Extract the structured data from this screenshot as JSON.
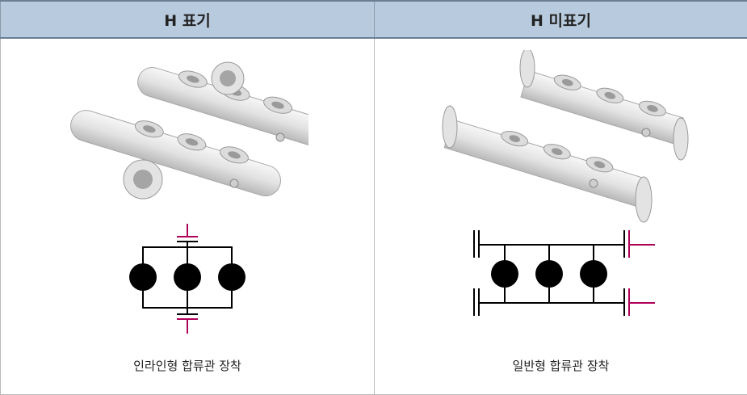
{
  "table": {
    "columns": [
      {
        "header": "H 표기",
        "caption": "인라인형 합류관 장착"
      },
      {
        "header": "H 미표기",
        "caption": "일반형 합류관 장착"
      }
    ]
  },
  "colors": {
    "header_bg": "#b8cbde",
    "pipe_body": "#e8e8e8",
    "schematic_line": "#000000",
    "accent": "#b0005a"
  },
  "icons": [
    "inline-manifold-photo",
    "standard-manifold-photo",
    "inline-manifold-schematic",
    "standard-manifold-schematic"
  ]
}
